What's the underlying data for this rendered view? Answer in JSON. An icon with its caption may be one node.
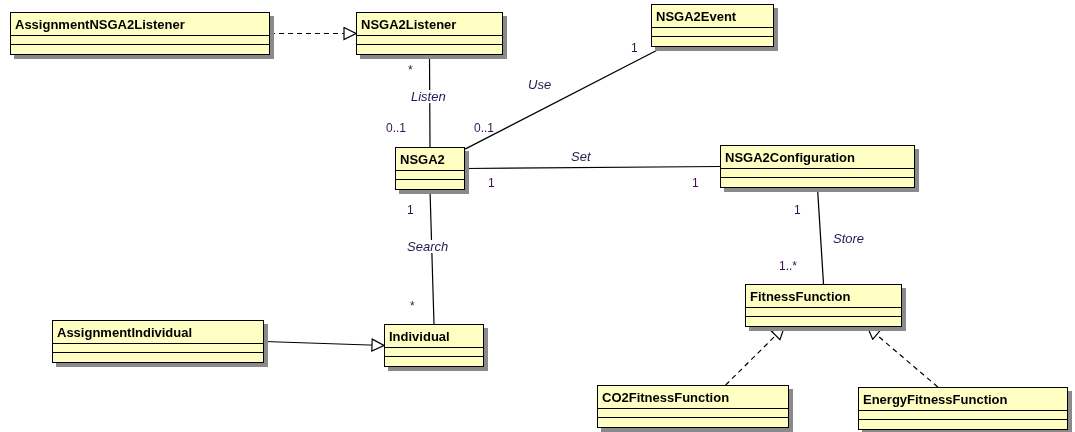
{
  "diagram": {
    "nodes": [
      {
        "text": [
          "AssignmentNSGA2Listener"
        ]
      },
      {
        "text": [
          "NSGA2Listener"
        ]
      },
      {
        "text": [
          "NSGA2Event"
        ]
      },
      {
        "text": [
          "NSGA2"
        ]
      },
      {
        "text": [
          "NSGA2Configuration"
        ]
      },
      {
        "text": [
          "AssignmentIndividual"
        ]
      },
      {
        "text": [
          "Individual"
        ]
      },
      {
        "text": [
          "FitnessFunction"
        ]
      },
      {
        "text": [
          "CO2FitnessFunction"
        ]
      },
      {
        "text": [
          "EnergyFitnessFunction"
        ]
      }
    ],
    "edges": [
      {
        "from": 0,
        "to": 1,
        "arrow": "to",
        "style": "dashed"
      },
      {
        "from": 1,
        "to": 3,
        "arrow": "none",
        "label": "Listen"
      },
      {
        "from": 3,
        "to": 2,
        "arrow": "none",
        "label": "Use"
      },
      {
        "from": 3,
        "to": 4,
        "arrow": "none",
        "label": "Set"
      },
      {
        "from": 3,
        "to": 6,
        "arrow": "none",
        "label": "Search"
      },
      {
        "from": 4,
        "to": 7,
        "arrow": "none",
        "label": "Store"
      },
      {
        "from": 5,
        "to": 6,
        "arrow": "to"
      },
      {
        "from": 8,
        "to": 7,
        "arrow": "to",
        "style": "dashed"
      },
      {
        "from": 9,
        "to": 7,
        "arrow": "to",
        "style": "dashed"
      }
    ],
    "labels": [
      "1",
      "*",
      "0..1",
      "0..1",
      "1",
      "1",
      "1",
      "1",
      "1..*",
      "*"
    ]
  }
}
